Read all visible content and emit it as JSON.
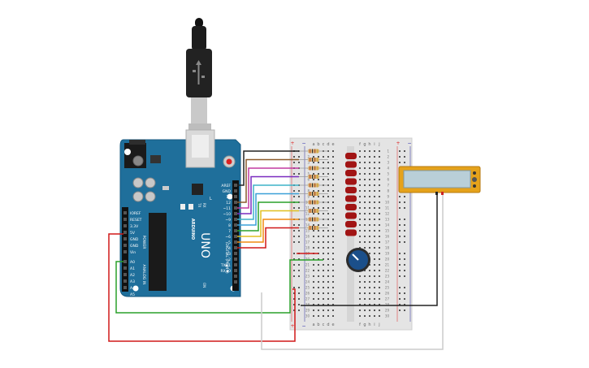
{
  "colors": {
    "board": "#1f6f9b",
    "board_edge": "#175a80",
    "breadboard": "#e2e2e2",
    "led": "#a11414",
    "resistor": "#d9b37a",
    "lcd_frame": "#e5a21b",
    "lcd_screen": "#b9cfd8",
    "pot": "#1b4f8a",
    "wire_black": "#222222",
    "wire_red": "#d01818",
    "wire_green": "#2aa02a"
  },
  "arduino": {
    "logo_text": "UNO",
    "brand_text": "ARDUINO",
    "digital_label": "DIGITAL (PWM~)",
    "analog_label": "ANALOG IN",
    "power_label": "POWER",
    "on_label": "ON",
    "tx_label": "TX",
    "rx_label": "RX",
    "l_label": "L",
    "digital_pins": [
      "AREF",
      "GND",
      "13",
      "12",
      "~11",
      "~10",
      "~9",
      "8",
      "7",
      "~6",
      "~5",
      "4",
      "~3",
      "2",
      "TX▶1",
      "RX◀0"
    ],
    "power_pins": [
      "IOREF",
      "RESET",
      "3.3V",
      "5V",
      "GND",
      "GND",
      "Vin"
    ],
    "analog_pins": [
      "A0",
      "A1",
      "A2",
      "A3",
      "A4",
      "A5"
    ]
  },
  "breadboard": {
    "columns_left": [
      "a",
      "b",
      "c",
      "d",
      "e"
    ],
    "columns_right": [
      "f",
      "g",
      "h",
      "i",
      "j"
    ],
    "row_numbers": [
      "1",
      "2",
      "3",
      "4",
      "5",
      "6",
      "7",
      "8",
      "9",
      "10",
      "11",
      "12",
      "13",
      "14",
      "15",
      "16",
      "17",
      "18",
      "19",
      "20",
      "21",
      "22",
      "23",
      "24",
      "25",
      "26",
      "27",
      "28",
      "29",
      "30"
    ],
    "plus": "+",
    "minus": "−"
  },
  "components": {
    "led_count": 10,
    "resistor_count": 10,
    "wire_colors": [
      "#222222",
      "#8a5a2b",
      "#c23aa0",
      "#7a2bbf",
      "#3fb3c9",
      "#3aa0d8",
      "#2aa02a",
      "#e0c020",
      "#f08a10",
      "#d01818"
    ]
  }
}
